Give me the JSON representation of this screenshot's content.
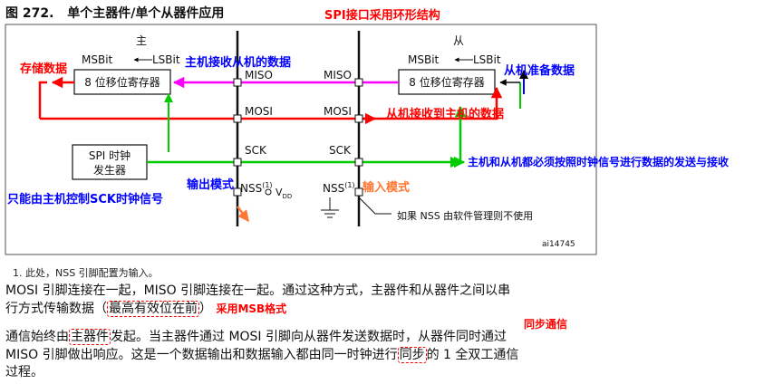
{
  "figure": {
    "number": "图 272.",
    "title": "单个主器件/单个从器件应用",
    "red_note": "SPI接口采用环形结构"
  },
  "diagram": {
    "master_label": "主",
    "slave_label": "从",
    "master_shift_register": "8 位移位寄存器",
    "slave_shift_register": "8 位移位寄存器",
    "msbit": "MSBit",
    "lsbit": "LSBit",
    "clock_generator_line1": "SPI 时钟",
    "clock_generator_line2": "发生器",
    "pins": {
      "miso": "MISO",
      "mosi": "MOSI",
      "sck": "SCK",
      "nss": "NSS",
      "nss_sup": "(1)",
      "vdd": "V",
      "vdd_sub": "DD"
    },
    "nss_note": "如果 NSS 由软件管理则不使用",
    "figure_id": "ai14745",
    "annotations": {
      "store_data": "存储数据",
      "master_receive": "主机接收从机的数据",
      "slave_prepare": "从机准备数据",
      "slave_receive": "从机接收到主机的数据",
      "clock_sync": "主机和从机都必须按照时钟信号进行数据的发送与接收",
      "clock_master_only": "只能由主机控制SCK时钟信号",
      "output_mode": "输出模式",
      "input_mode": "输入模式"
    },
    "colors": {
      "red": "#ff0000",
      "green": "#00cc00",
      "magenta": "#ff00ff",
      "blue": "#0000ff",
      "orange": "#ff7733",
      "black": "#000000"
    }
  },
  "footnote": "1.  此处，NSS 引脚配置为输入。",
  "paragraph1": {
    "line1": "MOSI 引脚连接在一起，MISO 引脚连接在一起。通过这种方式，主器件和从器件之间以串",
    "line2_pre": "行方式传输数据（",
    "line2_boxed": "最高有效位在前",
    "line2_post": "）",
    "msb_note": "采用MSB格式"
  },
  "paragraph2": {
    "sync_note": "同步通信",
    "line1_pre": "通信始终由",
    "line1_boxed": "主器件",
    "line1_post": "发起。当主器件通过 MOSI 引脚向从器件发送数据时，从器件同时通过",
    "line2_pre": "MISO 引脚做出响应。这是一个数据输出和数据输入都由同一时钟进行",
    "line2_boxed": "同步",
    "line2_post": "的 1 全双工通信",
    "line3": "过程。"
  }
}
